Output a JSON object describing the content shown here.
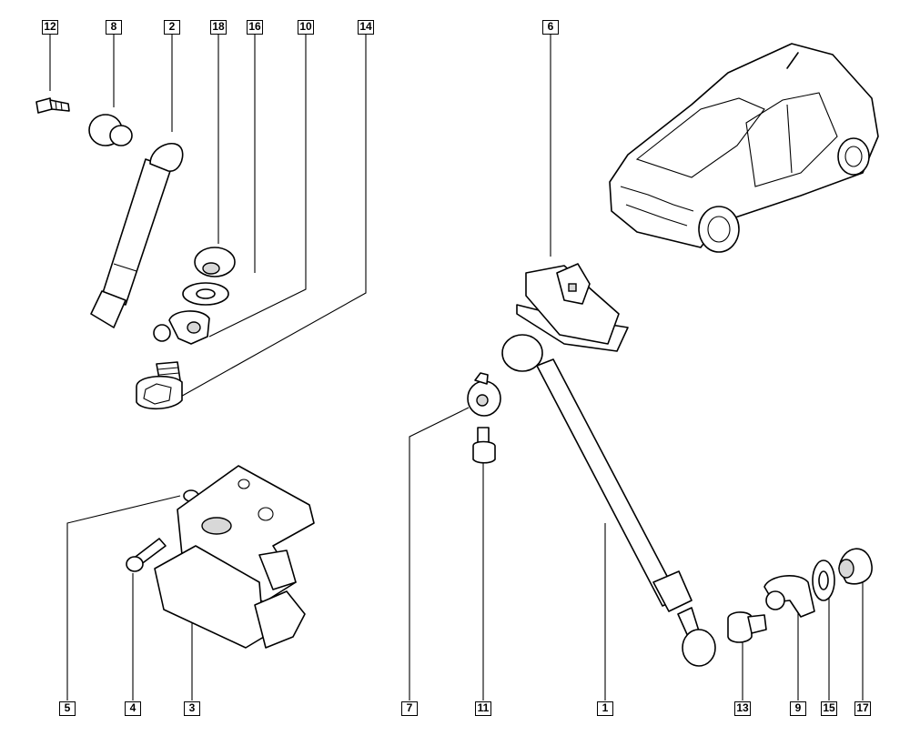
{
  "callouts": {
    "c12": "12",
    "c8": "8",
    "c2": "2",
    "c18": "18",
    "c16": "16",
    "c10": "10",
    "c14": "14",
    "c6": "6",
    "c5": "5",
    "c4": "4",
    "c3": "3",
    "c7": "7",
    "c11": "11",
    "c1": "1",
    "c13": "13",
    "c9": "9",
    "c15": "15",
    "c17": "17"
  },
  "colors": {
    "line": "#000000",
    "background": "#ffffff",
    "shade": "#d8d8d8"
  }
}
